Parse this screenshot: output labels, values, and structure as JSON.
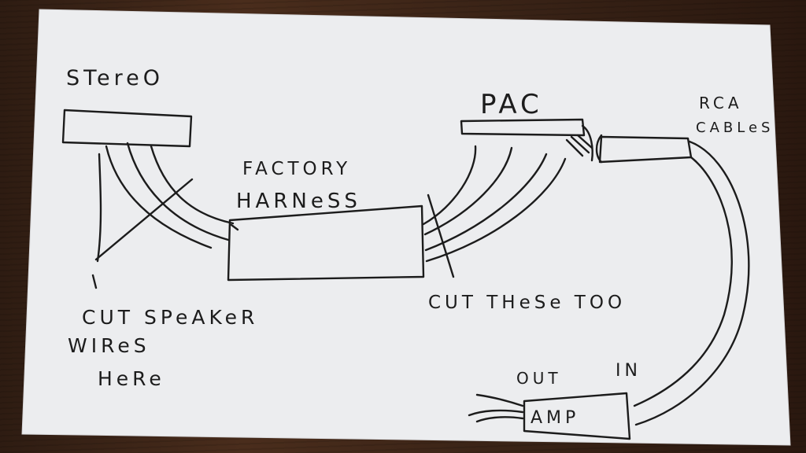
{
  "labels": {
    "stereo": "STereO",
    "factory_harness_line1": "FACTORY",
    "factory_harness_line2": "HARNeSS",
    "pac": "PAC",
    "rca_line1": "RCA",
    "rca_line2": "CABLeS",
    "cut_speaker_line1": "CUT SPeAKeR",
    "cut_speaker_line2": "WIReS",
    "cut_speaker_line3": "HeRe",
    "cut_these_too": "CUT THeSe TOO",
    "out": "OUT",
    "in": "IN",
    "amp": "AMP"
  },
  "colors": {
    "paper": "#ecedef",
    "ink": "#1c1c1c",
    "wood": "#3a2418"
  }
}
